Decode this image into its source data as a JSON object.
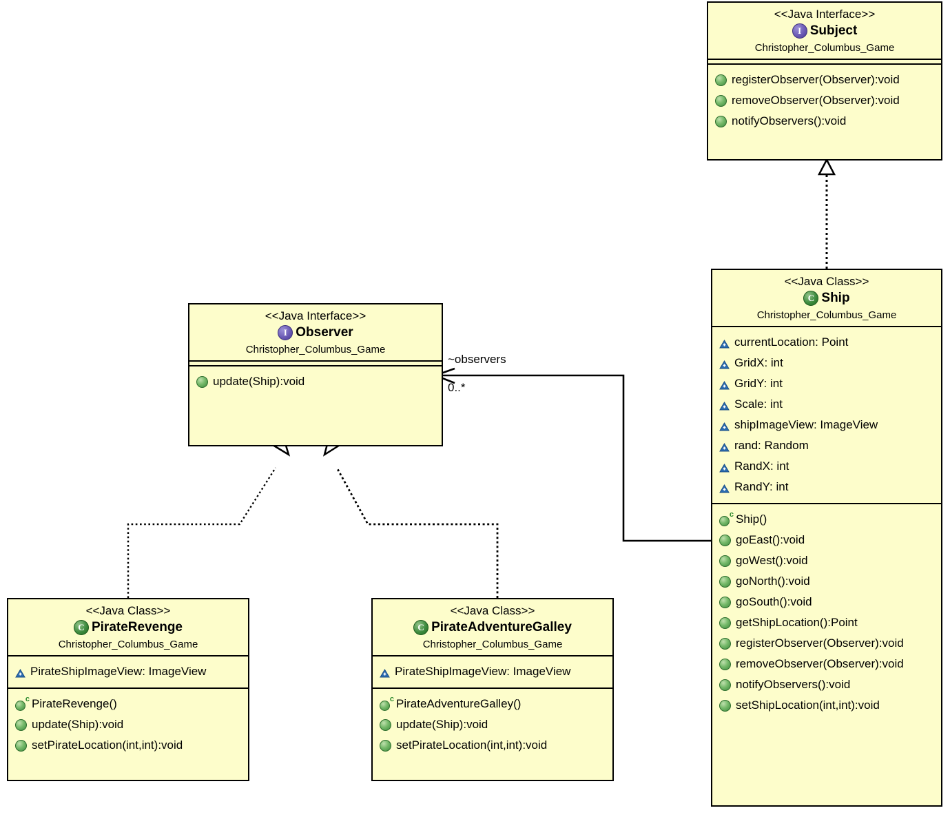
{
  "diagram": {
    "type": "uml-class-diagram",
    "package": "Christopher_Columbus_Game",
    "palette": {
      "box_fill": "#fdfdcb",
      "box_border": "#000000",
      "interface_icon": "#6b5bb5",
      "class_icon": "#3f8c3f",
      "attribute_icon": "#2b6cb0",
      "method_icon": "#76b96a",
      "canvas": "#ffffff"
    }
  },
  "classes": {
    "subject": {
      "stereotype": "<<Java Interface>>",
      "name": "Subject",
      "package": "Christopher_Columbus_Game",
      "icon": "interface-icon",
      "attributes": [],
      "methods": [
        {
          "label": "registerObserver(Observer):void",
          "icon": "method-icon"
        },
        {
          "label": "removeObserver(Observer):void",
          "icon": "method-icon"
        },
        {
          "label": "notifyObservers():void",
          "icon": "method-icon"
        }
      ]
    },
    "observer": {
      "stereotype": "<<Java Interface>>",
      "name": "Observer",
      "package": "Christopher_Columbus_Game",
      "icon": "interface-icon",
      "attributes": [],
      "methods": [
        {
          "label": "update(Ship):void",
          "icon": "method-icon"
        }
      ]
    },
    "ship": {
      "stereotype": "<<Java Class>>",
      "name": "Ship",
      "package": "Christopher_Columbus_Game",
      "icon": "class-icon",
      "attributes": [
        {
          "label": "currentLocation: Point",
          "icon": "attribute-icon"
        },
        {
          "label": "GridX: int",
          "icon": "attribute-icon"
        },
        {
          "label": "GridY: int",
          "icon": "attribute-icon"
        },
        {
          "label": "Scale: int",
          "icon": "attribute-icon"
        },
        {
          "label": "shipImageView: ImageView",
          "icon": "attribute-icon"
        },
        {
          "label": "rand: Random",
          "icon": "attribute-icon"
        },
        {
          "label": "RandX: int",
          "icon": "attribute-icon"
        },
        {
          "label": "RandY: int",
          "icon": "attribute-icon"
        }
      ],
      "methods": [
        {
          "label": "Ship()",
          "icon": "constructor-icon"
        },
        {
          "label": "goEast():void",
          "icon": "method-icon"
        },
        {
          "label": "goWest():void",
          "icon": "method-icon"
        },
        {
          "label": "goNorth():void",
          "icon": "method-icon"
        },
        {
          "label": "goSouth():void",
          "icon": "method-icon"
        },
        {
          "label": "getShipLocation():Point",
          "icon": "method-icon"
        },
        {
          "label": "registerObserver(Observer):void",
          "icon": "method-icon"
        },
        {
          "label": "removeObserver(Observer):void",
          "icon": "method-icon"
        },
        {
          "label": "notifyObservers():void",
          "icon": "method-icon"
        },
        {
          "label": "setShipLocation(int,int):void",
          "icon": "method-icon"
        }
      ]
    },
    "pirate_revenge": {
      "stereotype": "<<Java Class>>",
      "name": "PirateRevenge",
      "package": "Christopher_Columbus_Game",
      "icon": "class-icon",
      "attributes": [
        {
          "label": "PirateShipImageView: ImageView",
          "icon": "attribute-icon"
        }
      ],
      "methods": [
        {
          "label": "PirateRevenge()",
          "icon": "constructor-icon"
        },
        {
          "label": "update(Ship):void",
          "icon": "method-icon"
        },
        {
          "label": "setPirateLocation(int,int):void",
          "icon": "method-icon"
        }
      ]
    },
    "pirate_adventure_galley": {
      "stereotype": "<<Java Class>>",
      "name": "PirateAdventureGalley",
      "package": "Christopher_Columbus_Game",
      "icon": "class-icon",
      "attributes": [
        {
          "label": "PirateShipImageView: ImageView",
          "icon": "attribute-icon"
        }
      ],
      "methods": [
        {
          "label": "PirateAdventureGalley()",
          "icon": "constructor-icon"
        },
        {
          "label": "update(Ship):void",
          "icon": "method-icon"
        },
        {
          "label": "setPirateLocation(int,int):void",
          "icon": "method-icon"
        }
      ]
    }
  },
  "relationships": [
    {
      "id": "ship-implements-subject",
      "kind": "realization",
      "from": "Ship",
      "to": "Subject",
      "line": "dotted",
      "arrow": "hollow-triangle"
    },
    {
      "id": "piraterevenge-implements-observer",
      "kind": "realization",
      "from": "PirateRevenge",
      "to": "Observer",
      "line": "dotted",
      "arrow": "hollow-triangle"
    },
    {
      "id": "pirateadventuregalley-implements-observer",
      "kind": "realization",
      "from": "PirateAdventureGalley",
      "to": "Observer",
      "line": "dotted",
      "arrow": "hollow-triangle"
    },
    {
      "id": "ship-observers-association",
      "kind": "association",
      "from": "Ship",
      "to": "Observer",
      "line": "solid",
      "arrow": "open-arrow",
      "role_label": "~observers",
      "multiplicity": "0..*"
    }
  ]
}
